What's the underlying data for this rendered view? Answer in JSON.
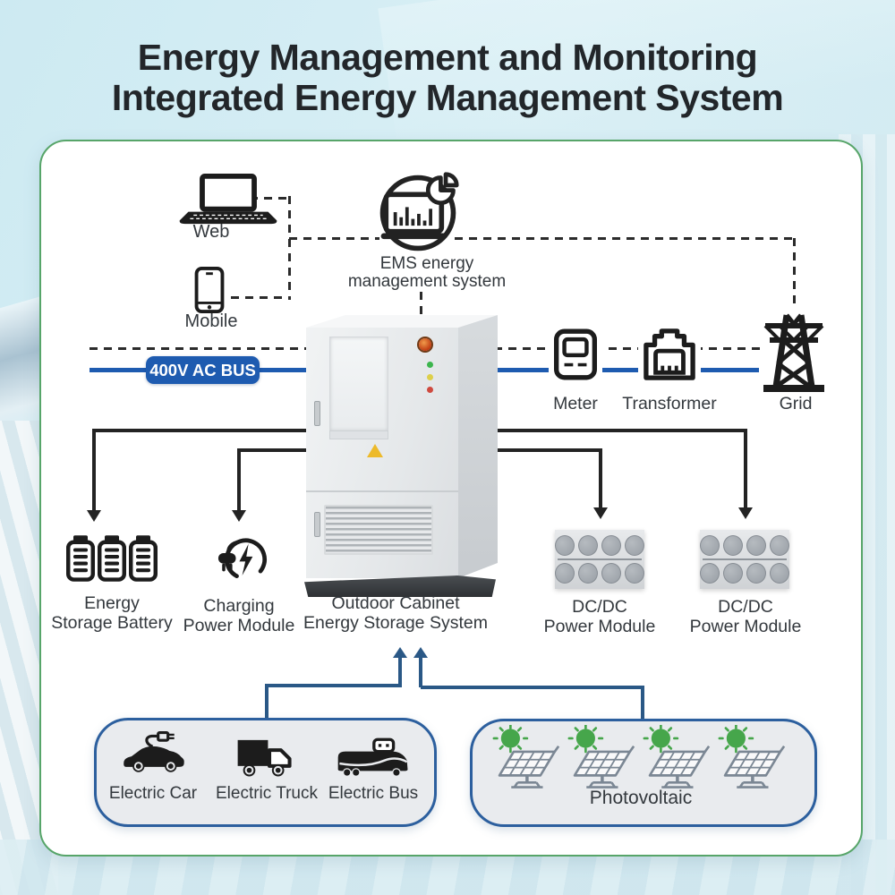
{
  "title": {
    "line1": "Energy Management and Monitoring",
    "line2": "Integrated Energy Management System"
  },
  "monitoring": {
    "web_label": "Web",
    "mobile_label": "Mobile",
    "ems_line1": "EMS energy",
    "ems_line2": "management system"
  },
  "bus": {
    "label": "400V AC BUS"
  },
  "grid_chain": {
    "meter": "Meter",
    "transformer": "Transformer",
    "grid": "Grid"
  },
  "components": {
    "battery": {
      "line1": "Energy",
      "line2": "Storage Battery"
    },
    "charging": {
      "line1": "Charging",
      "line2": "Power Module"
    },
    "cabinet": {
      "line1": "Outdoor Cabinet",
      "line2": "Energy Storage System"
    },
    "dcdc_left": {
      "line1": "DC/DC",
      "line2": "Power Module"
    },
    "dcdc_right": {
      "line1": "DC/DC",
      "line2": "Power Module"
    }
  },
  "ev_box": {
    "items": [
      {
        "label": "Electric Car"
      },
      {
        "label": "Electric Truck"
      },
      {
        "label": "Electric Bus"
      }
    ]
  },
  "pv_box": {
    "label": "Photovoltaic"
  },
  "icons": [
    "laptop-icon",
    "smartphone-icon",
    "ems-dashboard-icon",
    "meter-icon",
    "transformer-icon",
    "grid-tower-icon",
    "battery-icon",
    "charging-plug-icon",
    "dcdc-module-image",
    "electric-car-icon",
    "electric-truck-icon",
    "electric-bus-icon",
    "solar-panel-icon",
    "warning-triangle-icon",
    "emergency-stop-button"
  ],
  "colors": {
    "title_text": "#22262a",
    "label_text": "#33383d",
    "ac_bus_blue": "#1e5bb0",
    "connector_blue": "#2a5886",
    "box_border_blue": "#2c5f9e",
    "card_border_green": "#57a569",
    "line_black": "#232323",
    "sun_green": "#46a64b",
    "warning_yellow": "#edba2a",
    "indicator_green": "#3cb54d",
    "indicator_yellow": "#ddcf4a",
    "indicator_red": "#cf4a3f",
    "background_sky": "#d4ecf2"
  }
}
